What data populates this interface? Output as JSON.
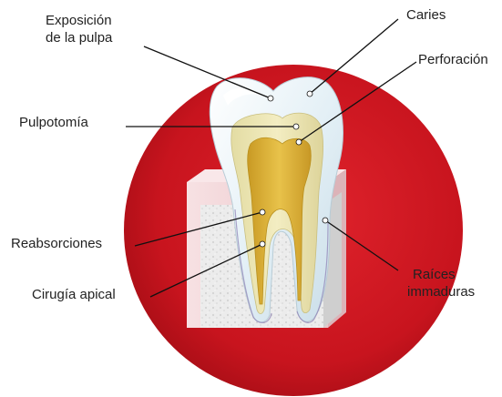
{
  "labels": {
    "exposicion_line1": "Exposición",
    "exposicion_line2": "de la pulpa",
    "caries": "Caries",
    "perforacion": "Perforación",
    "pulpotomia": "Pulpotomía",
    "reabsorciones": "Reabsorciones",
    "cirugia_apical": "Cirugía apical",
    "raices_line1": "Raíces",
    "raices_line2": "immaduras"
  },
  "colors": {
    "background": "#ffffff",
    "oval": "#c8141e",
    "enamel": "#e6f1f6",
    "dentin": "#ede6b4",
    "pulp": "#d9b236",
    "gum": "#f2d3d6",
    "bone": "#e9e9e9",
    "leader_line": "#111111",
    "label_text": "#222222"
  }
}
